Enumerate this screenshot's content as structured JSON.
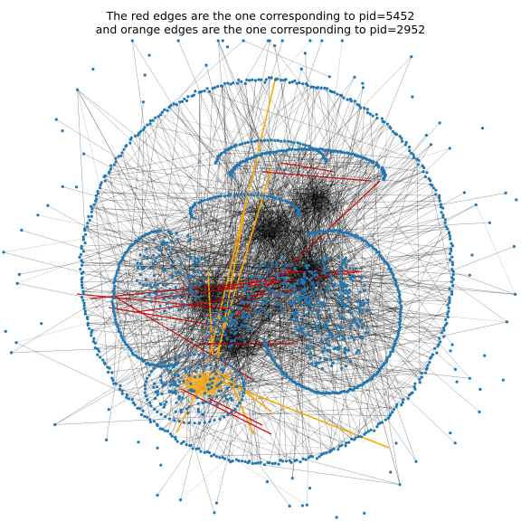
{
  "title": {
    "line1": "The red edges are the one corresponding to pid=5452",
    "line2": "and orange edges are the one corresponding to pid=2952"
  },
  "colors": {
    "node": "#1f77b4",
    "edge": "#000000",
    "highlight_red": "#cc0000",
    "highlight_orange": "#ffa500"
  },
  "highlighted_pids": [
    {
      "pid": 5452,
      "color": "red"
    },
    {
      "pid": 2952,
      "color": "orange"
    }
  ]
}
